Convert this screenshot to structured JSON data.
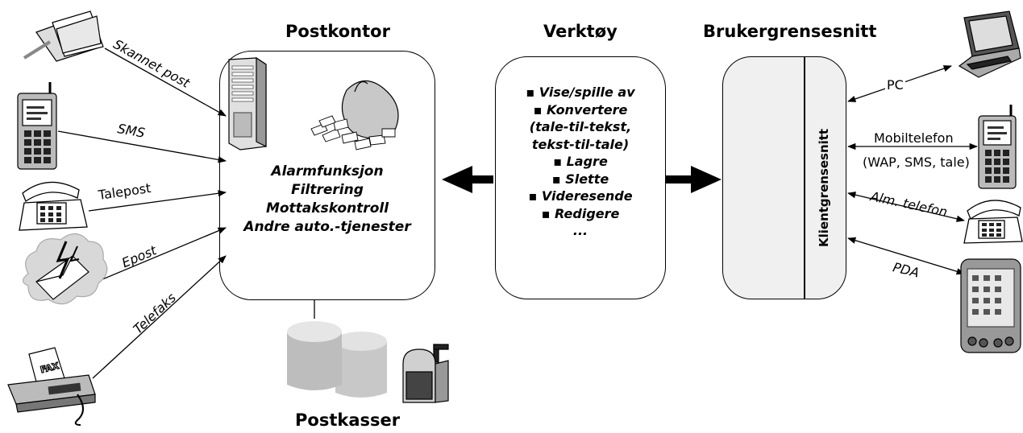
{
  "headers": {
    "postkontor": "Postkontor",
    "verktoy": "Verktøy",
    "brukergrensesnitt": "Brukergrensesnitt",
    "postkasser": "Postkasser"
  },
  "postkontor_lines": [
    "Alarmfunksjon",
    "Filtrering",
    "Mottakskontroll",
    "Andre auto.-tjenester"
  ],
  "verktoy_lines": [
    "▪ Vise/spille av",
    "▪ Konvertere",
    "(tale-til-tekst,",
    "tekst-til-tale)",
    "▪ Lagre",
    "▪ Slette",
    "▪ Videresende",
    "▪ Redigere",
    "..."
  ],
  "client_label": "Klientgrensesnitt",
  "inputs": {
    "skannet": "Skannet post",
    "sms": "SMS",
    "talepost": "Talepost",
    "epost": "Epost",
    "telefaks": "Telefaks"
  },
  "outputs": {
    "pc": "PC",
    "mobil_1": "Mobiltelefon",
    "mobil_2": "(WAP, SMS, tale)",
    "alm": "Alm. telefon",
    "pda": "PDA"
  },
  "fax_text": "FAX",
  "colors": {
    "stroke": "#000000",
    "icon_grey": "#c8c8c8",
    "icon_dark": "#333333",
    "paper": "#ffffff"
  },
  "icons": [
    "envelope-icon",
    "mobile-phone-icon",
    "desk-telephone-icon",
    "email-cloud-icon",
    "fax-machine-icon",
    "server-tower-icon",
    "mail-sack-icon",
    "storage-cylinders-icon",
    "mailbox-icon",
    "laptop-icon",
    "pda-icon"
  ]
}
